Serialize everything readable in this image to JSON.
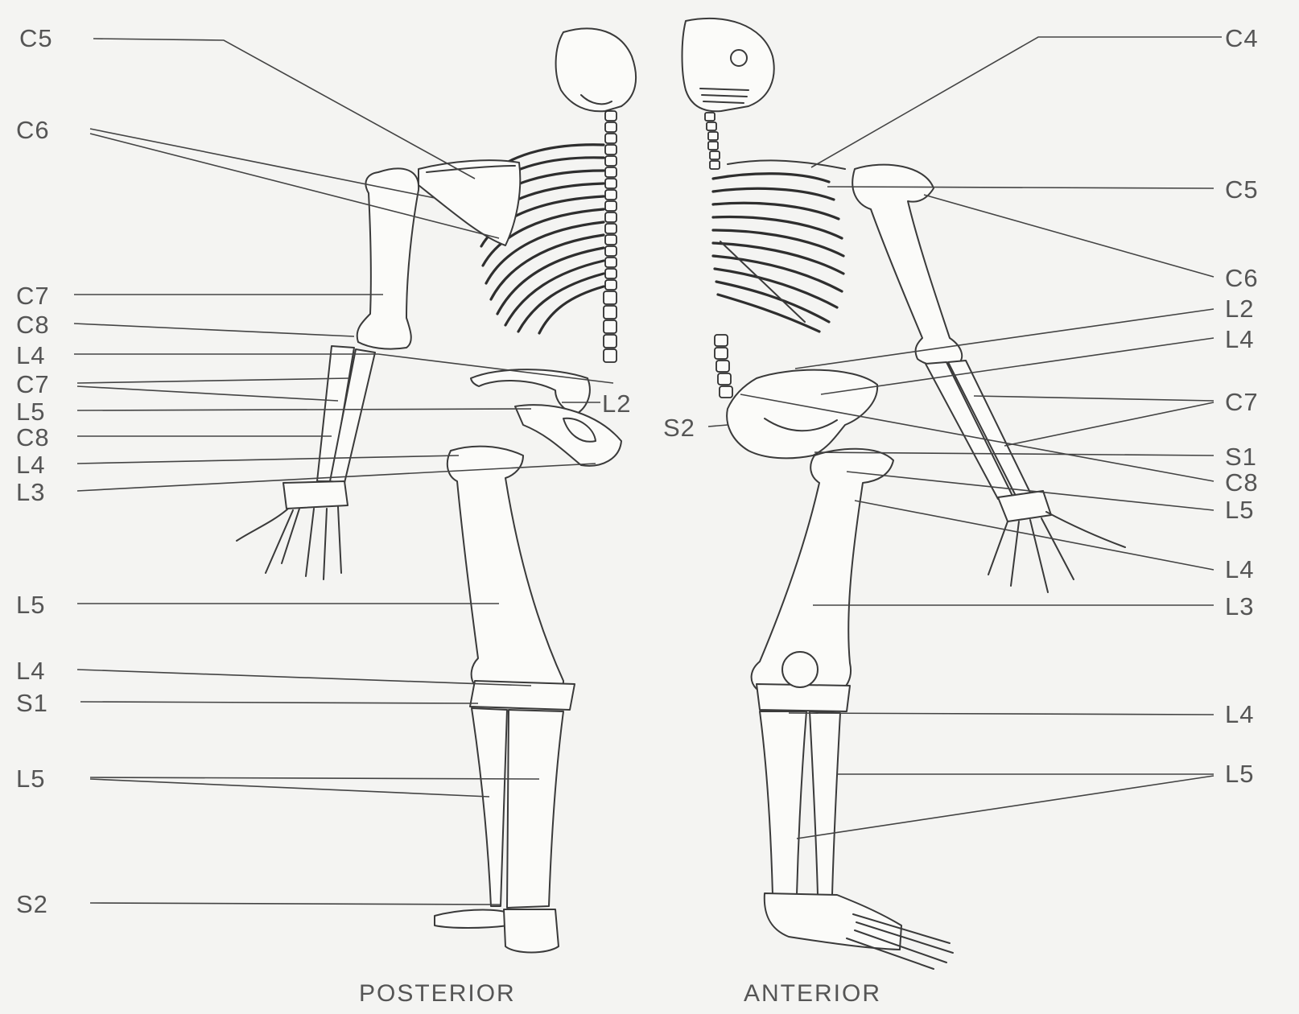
{
  "posterior": {
    "caption": "POSTERIOR",
    "labels": [
      "C5",
      "C6",
      "C7",
      "C8",
      "L4",
      "C7",
      "L5",
      "C8",
      "L4",
      "L3",
      "L5",
      "L4",
      "S1",
      "L5",
      "S2"
    ],
    "inner_label": "L2"
  },
  "anterior": {
    "caption": "ANTERIOR",
    "labels": [
      "C4",
      "C5",
      "C6",
      "L2",
      "L4",
      "C7",
      "S1",
      "C8",
      "L5",
      "L4",
      "L3",
      "L4",
      "L5"
    ],
    "inner_label": "S2"
  }
}
